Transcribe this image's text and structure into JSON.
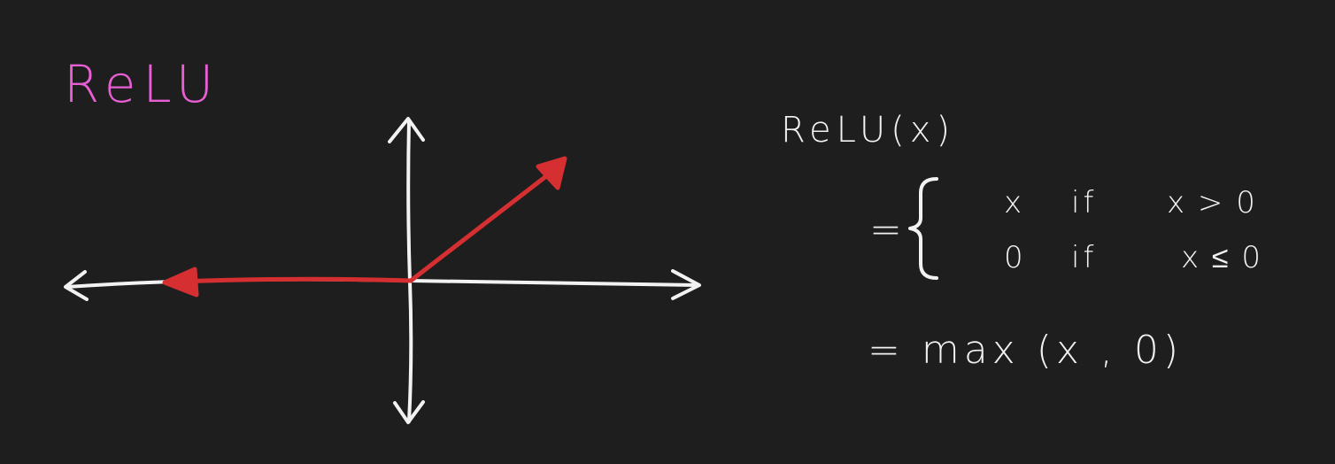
{
  "title": "ReLU",
  "formula": {
    "lhs": "ReLU(x)",
    "cases": [
      {
        "value": "x",
        "condition": "if",
        "inequality": "x > 0"
      },
      {
        "value": "0",
        "condition": "if",
        "inequality": "x ≤ 0"
      }
    ],
    "equals_sign": "=",
    "max_form": "= max (x , 0)"
  },
  "colors": {
    "background": "#1e1e1e",
    "title": "#e85fd3",
    "axes": "#f2f2f2",
    "relu_curve": "#d62f32",
    "text": "#f2f2f2"
  }
}
